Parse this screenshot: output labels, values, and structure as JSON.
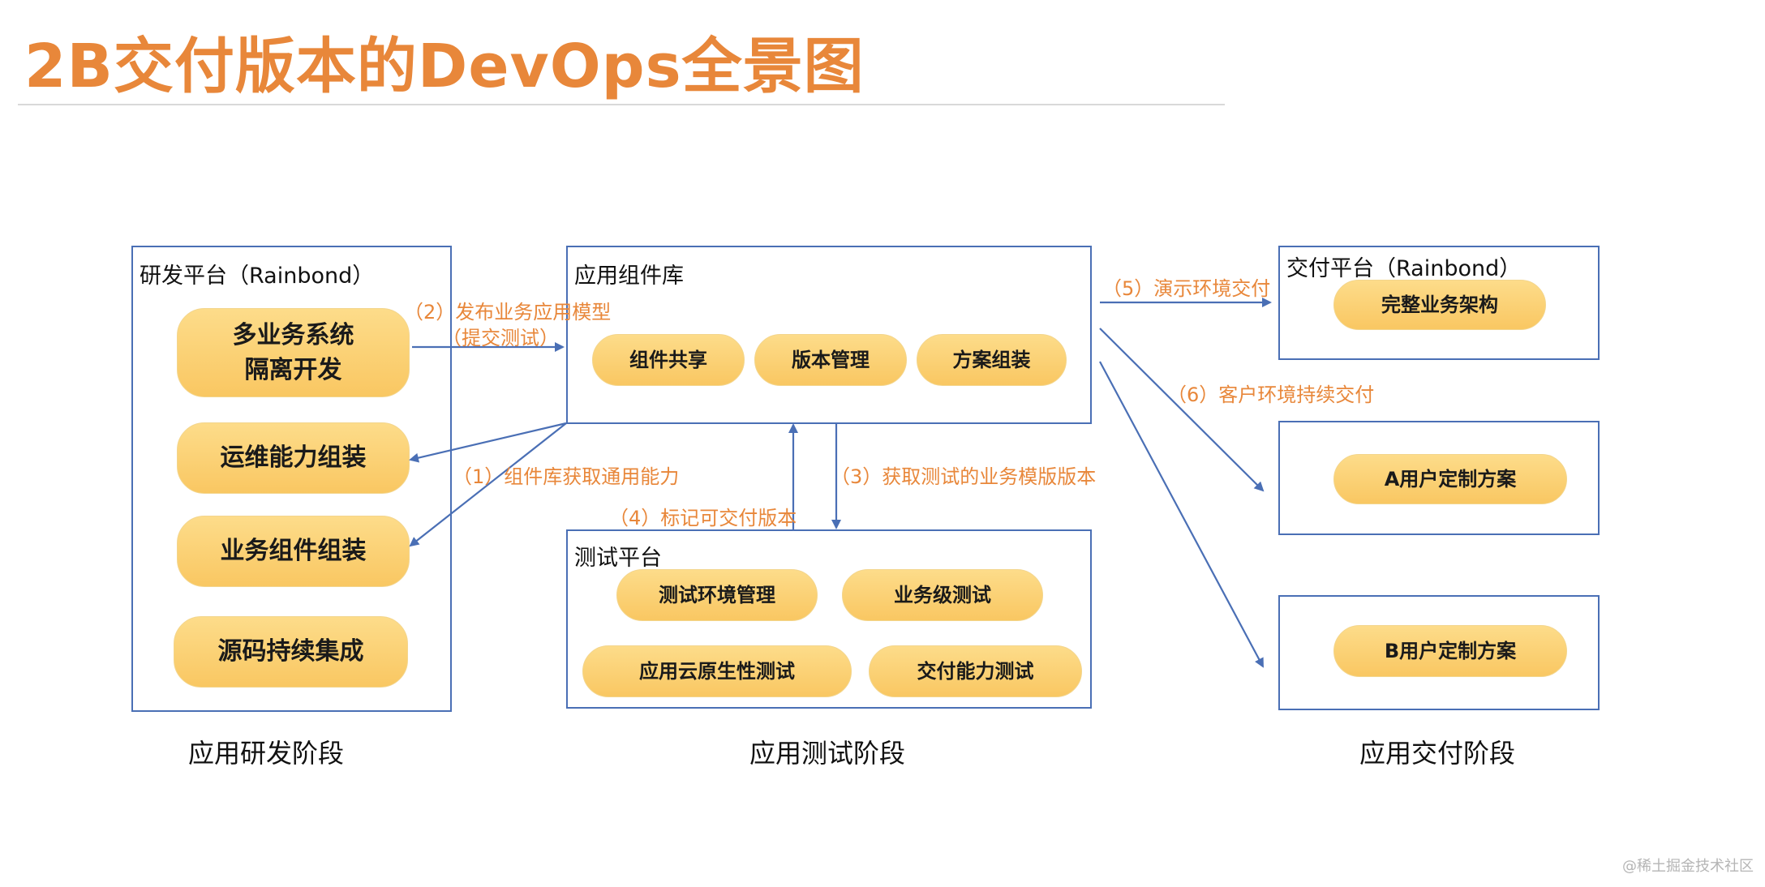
{
  "title": "2B交付版本的DevOps全景图",
  "dev_platform": {
    "label": "研发平台（Rainbond）",
    "items": [
      "多业务系统\n隔离开发",
      "运维能力组装",
      "业务组件组装",
      "源码持续集成"
    ]
  },
  "component_library": {
    "label": "应用组件库",
    "items": [
      "组件共享",
      "版本管理",
      "方案组装"
    ]
  },
  "test_platform": {
    "label": "测试平台",
    "items": [
      "测试环境管理",
      "业务级测试",
      "应用云原生性测试",
      "交付能力测试"
    ]
  },
  "delivery_platform": {
    "label": "交付平台（Rainbond）",
    "item": "完整业务架构"
  },
  "customer_a": {
    "item": "A用户定制方案"
  },
  "customer_b": {
    "item": "B用户定制方案"
  },
  "edges": {
    "e1": "（1）组件库获取通用能力",
    "e2_line1": "（2）发布业务应用模型",
    "e2_line2": "（提交测试）",
    "e3": "（3）获取测试的业务模版版本",
    "e4": "（4）标记可交付版本",
    "e5": "（5）演示环境交付",
    "e6": "（6）客户环境持续交付"
  },
  "stages": {
    "dev": "应用研发阶段",
    "test": "应用测试阶段",
    "delivery": "应用交付阶段"
  },
  "watermark": "@稀土掘金技术社区",
  "colors": {
    "accent": "#E8873A",
    "panel_border": "#4A6FB5",
    "pill_fill": "#FAD27A",
    "arrow": "#4A6FB5"
  }
}
